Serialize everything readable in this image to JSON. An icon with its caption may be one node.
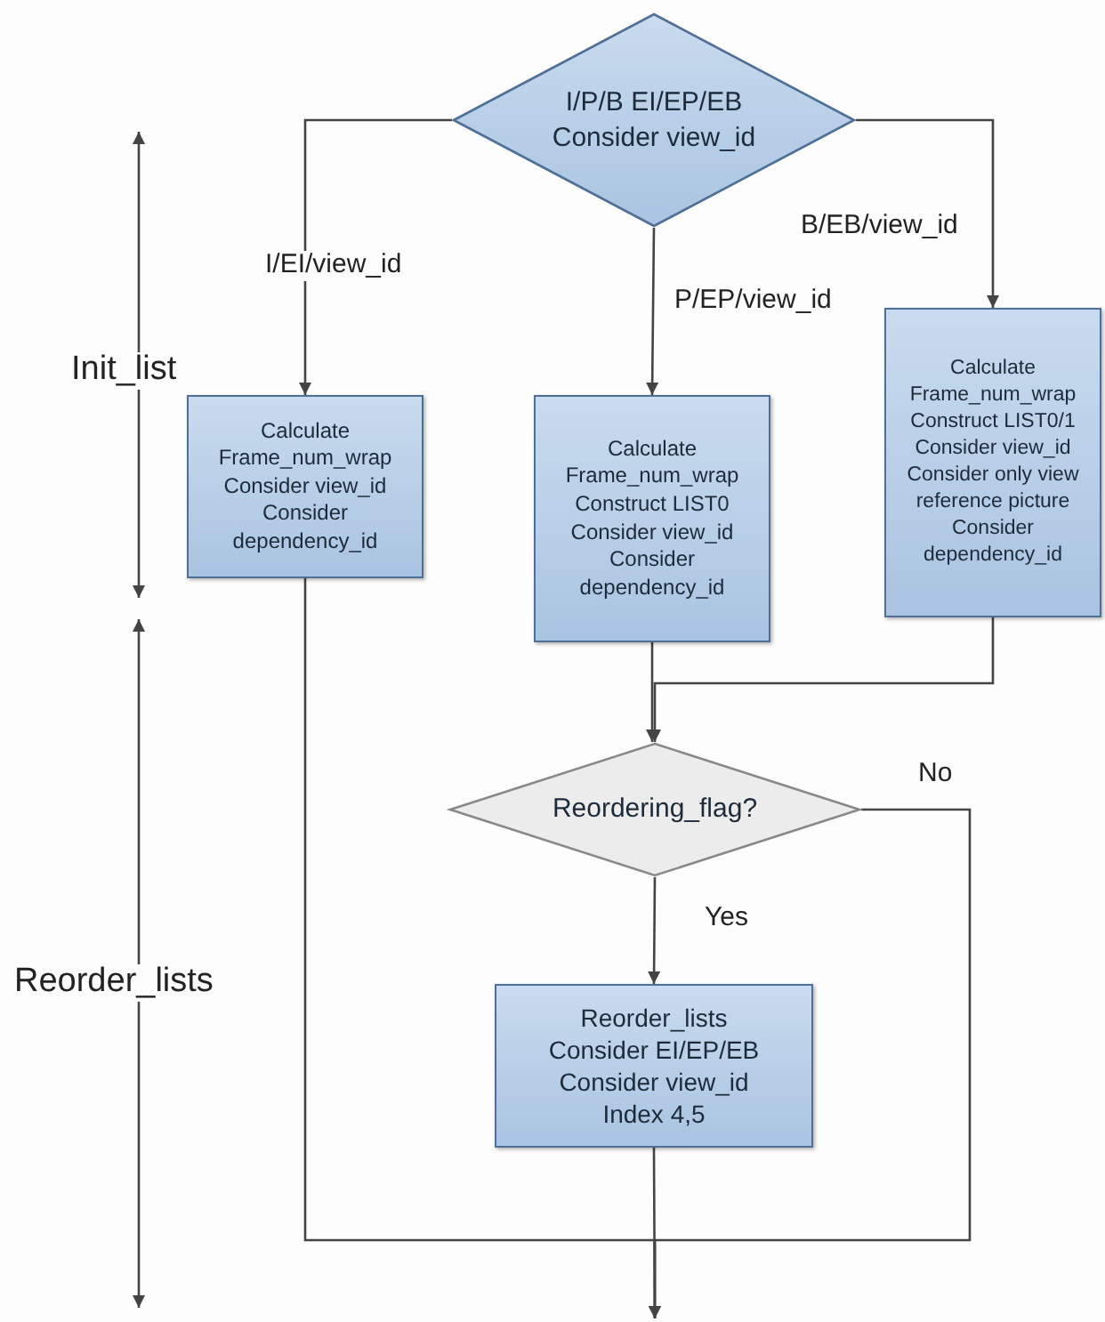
{
  "diagram": {
    "nodes": [
      {
        "text": [
          "I/P/B EI/EP/EB Consider view_id"
        ]
      },
      {
        "text": [
          "Calculate Frame_num_wrap Consider view_id Consider dependency_id"
        ]
      },
      {
        "text": [
          "Calculate Frame_num_wrap Construct LIST0 Consider view_id Consider dependency_id"
        ]
      },
      {
        "text": [
          "Calculate Frame_num_wrap Construct LIST0/1 Consider view_id Consider only view reference picture Consider dependency_id"
        ]
      },
      {
        "text": [
          "Reordering_flag?"
        ]
      },
      {
        "text": [
          "Reorder_lists Consider EI/EP/EB Consider view_id Index 4,5"
        ]
      }
    ],
    "edges": [
      {
        "from": 0,
        "to": 1,
        "arrow": "to",
        "label": "I/EI/view_id"
      },
      {
        "from": 0,
        "to": 2,
        "arrow": "to",
        "label": "P/EP/view_id"
      },
      {
        "from": 0,
        "to": 3,
        "arrow": "to",
        "label": "B/EB/view_id"
      },
      {
        "from": 2,
        "to": 4,
        "arrow": "to"
      },
      {
        "from": 3,
        "to": 4,
        "arrow": "to"
      },
      {
        "from": 4,
        "to": 5,
        "arrow": "to",
        "label": "Yes"
      },
      {
        "from": 4,
        "to": null,
        "arrow": "to",
        "label": "No"
      },
      {
        "from": 1,
        "to": null,
        "arrow": "to"
      },
      {
        "from": 5,
        "to": null,
        "arrow": "to"
      }
    ],
    "labels": [
      "Init_list",
      "Reorder_lists"
    ]
  }
}
